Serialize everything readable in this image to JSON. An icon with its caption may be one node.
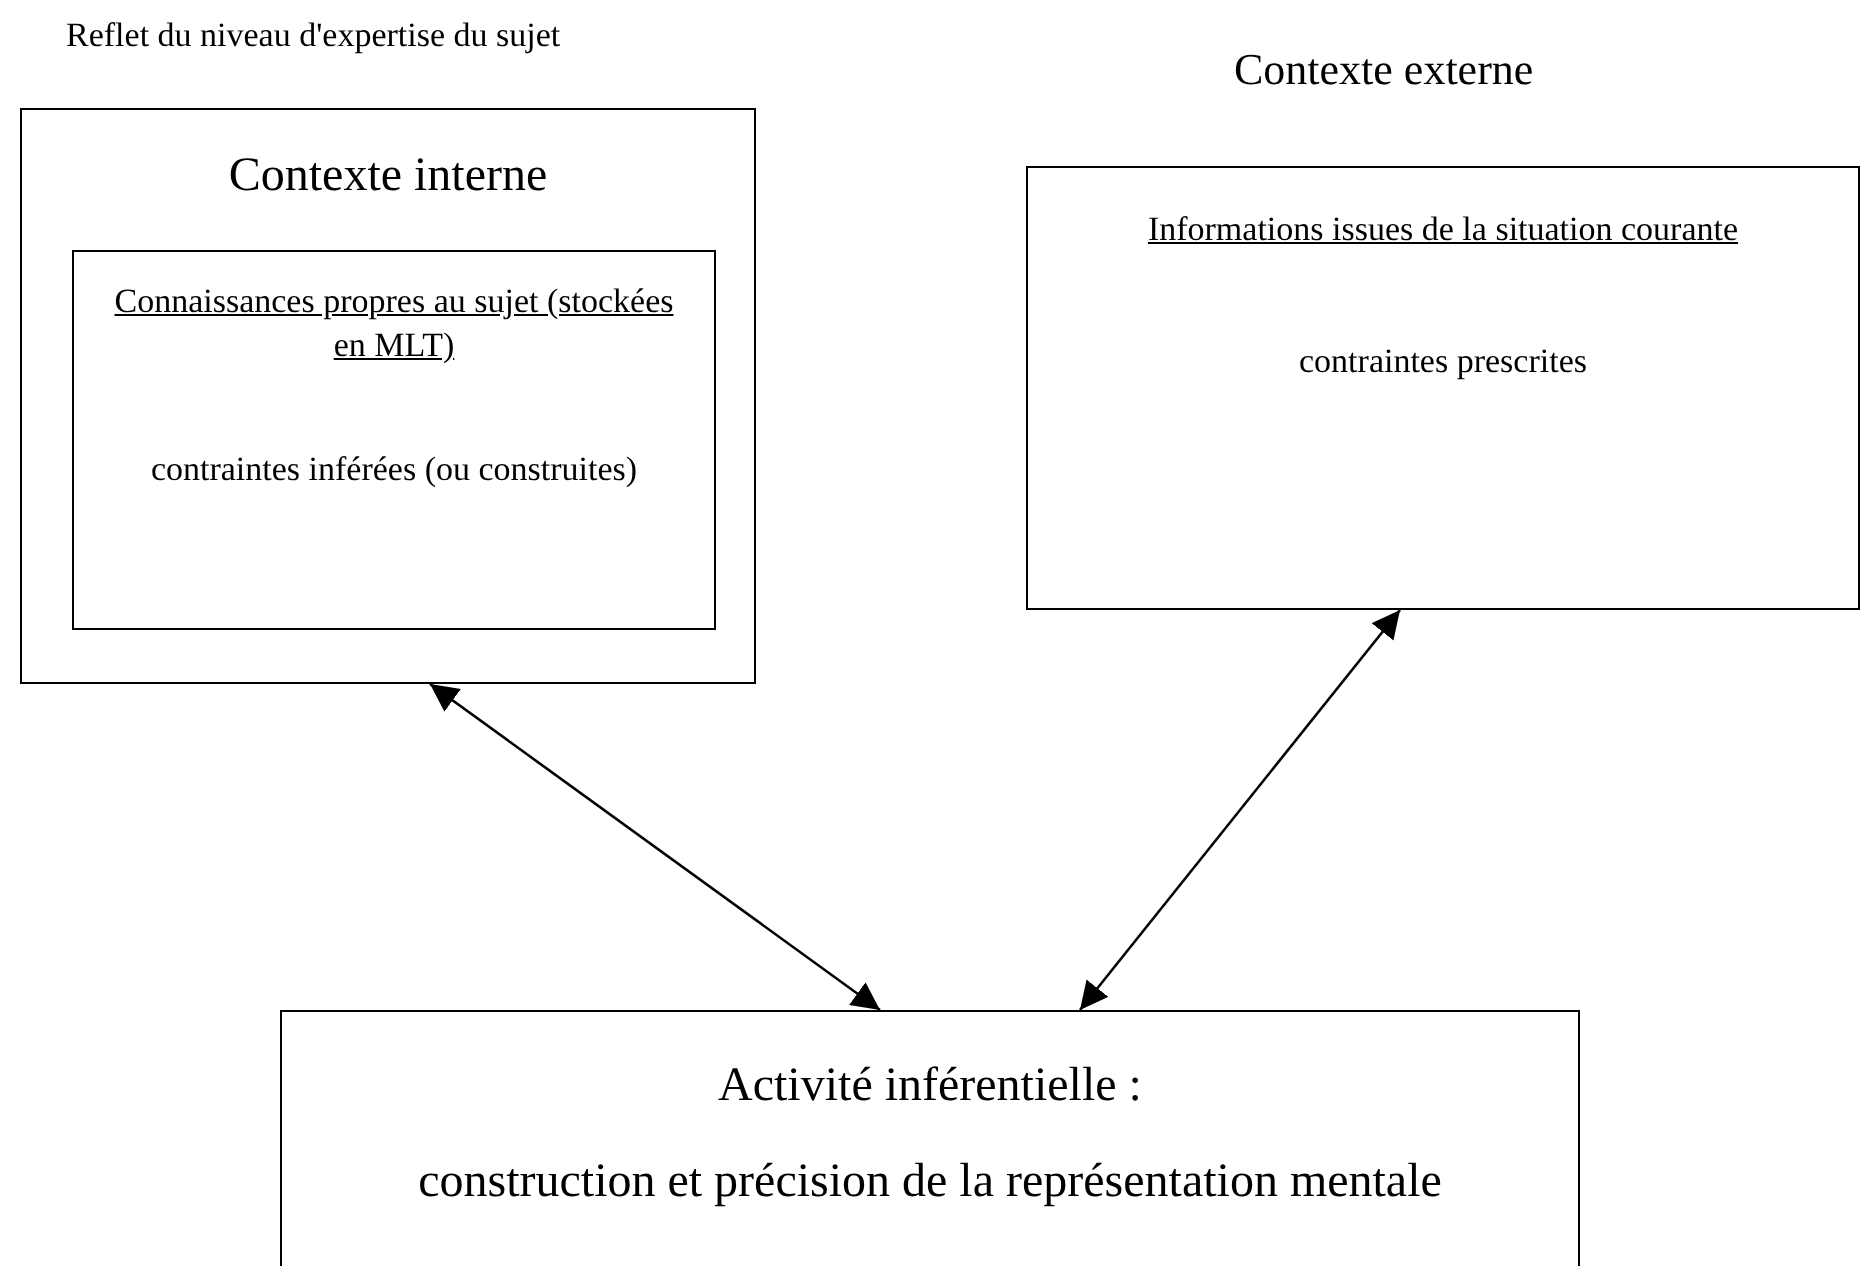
{
  "diagram": {
    "nodes": [
      {
        "text": [
          "Contexte interne"
        ],
        "beside": [
          "Reflet du niveau d'expertise du sujet"
        ]
      },
      {
        "text": [
          "Connaissances propres au sujet (stockées en MLT)",
          "contraintes inférées (ou construites)"
        ],
        "in": 0
      },
      {
        "text": [
          "Informations issues de la situation courante",
          "contraintes prescrites"
        ],
        "beside": [
          "Contexte externe"
        ]
      },
      {
        "text": [
          "Activité inférentielle :",
          "construction et précision de la représentation mentale"
        ]
      }
    ],
    "edges": [
      {
        "from": 0,
        "to": 3,
        "arrow": "both"
      },
      {
        "from": 2,
        "to": 3,
        "arrow": "both"
      }
    ]
  }
}
